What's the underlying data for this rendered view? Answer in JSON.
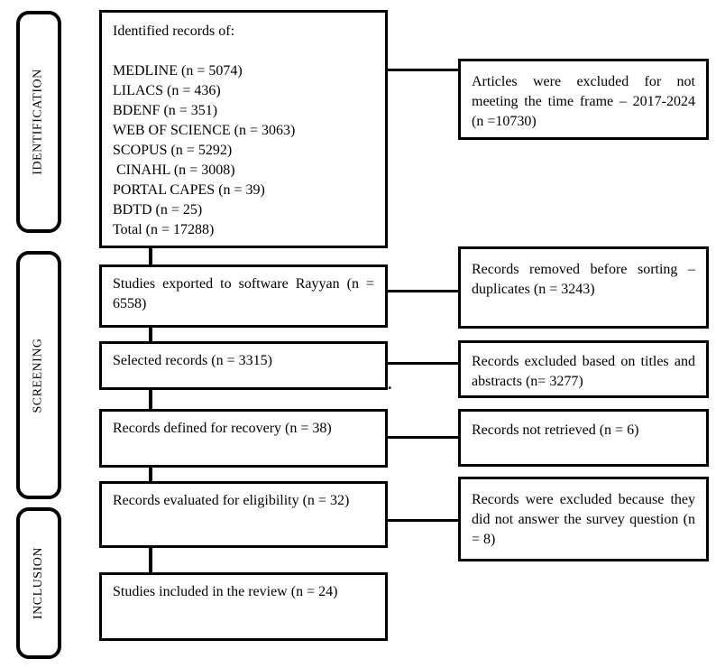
{
  "colors": {
    "line": "#000000",
    "background": "#ffffff"
  },
  "stages": [
    {
      "label": "IDENTIFICATION"
    },
    {
      "label": "SCREENING"
    },
    {
      "label": "INCLUSION"
    }
  ],
  "identification": {
    "heading": "Identified records of:",
    "sources": [
      "MEDLINE (n = 5074)",
      "LILACS (n = 436)",
      "BDENF (n = 351)",
      "WEB OF SCIENCE (n = 3063)",
      "SCOPUS (n = 5292)",
      " CINAHL (n = 3008)",
      "PORTAL CAPES (n = 39)",
      "BDTD (n = 25)",
      "Total (n = 17288)"
    ]
  },
  "flow_boxes": [
    {
      "text": "Studies exported to software Rayyan (n = 6558)"
    },
    {
      "text": "Selected records (n = 3315)"
    },
    {
      "text": "Records defined for recovery (n = 38)"
    },
    {
      "text": "Records evaluated for eligibility (n = 32)"
    },
    {
      "text": "Studies included in the review (n = 24)"
    }
  ],
  "exclusion_boxes": [
    {
      "text": "Articles were excluded for not meeting the time frame – 2017-2024 (n =10730)"
    },
    {
      "text": "Records removed before sorting – duplicates (n = 3243)"
    },
    {
      "text": "Records excluded based on titles and abstracts (n= 3277)"
    },
    {
      "text": "Records not retrieved (n = 6)"
    },
    {
      "text": "Records were excluded because they did not answer the survey question (n = 8)"
    }
  ],
  "stray_mark": "."
}
